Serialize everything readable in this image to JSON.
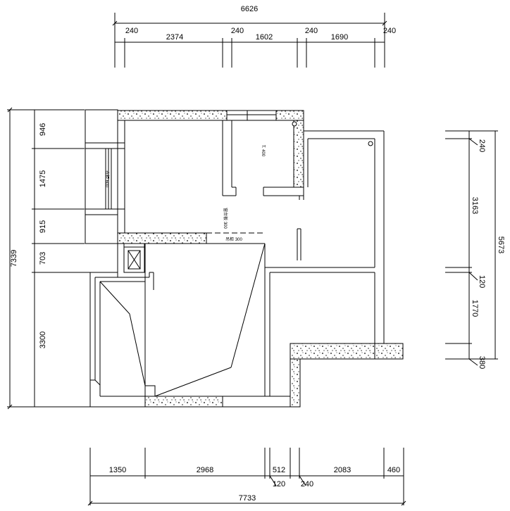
{
  "dimensions": {
    "top_total": "6626",
    "top_segments": [
      "240",
      "2374",
      "240",
      "1602",
      "240",
      "1690",
      "240"
    ],
    "left_total": "7339",
    "left_segments": [
      "946",
      "1475",
      "915",
      "703",
      "3300"
    ],
    "right_total": "5673",
    "right_segments": [
      "240",
      "3163",
      "120",
      "1770",
      "380"
    ],
    "bottom_total": "7733",
    "bottom_segments": [
      "1350",
      "2968",
      "512",
      "2083",
      "460"
    ],
    "bottom_sub": [
      "120",
      "240"
    ]
  },
  "annotations": {
    "label_a": "T. 400",
    "label_b": "窗台板 300",
    "label_c": "吊柜 300",
    "label_d": "衣柜 600"
  },
  "colors": {
    "line": "#000000",
    "wall_fill": "#ffffff",
    "speckle": "#000000"
  }
}
